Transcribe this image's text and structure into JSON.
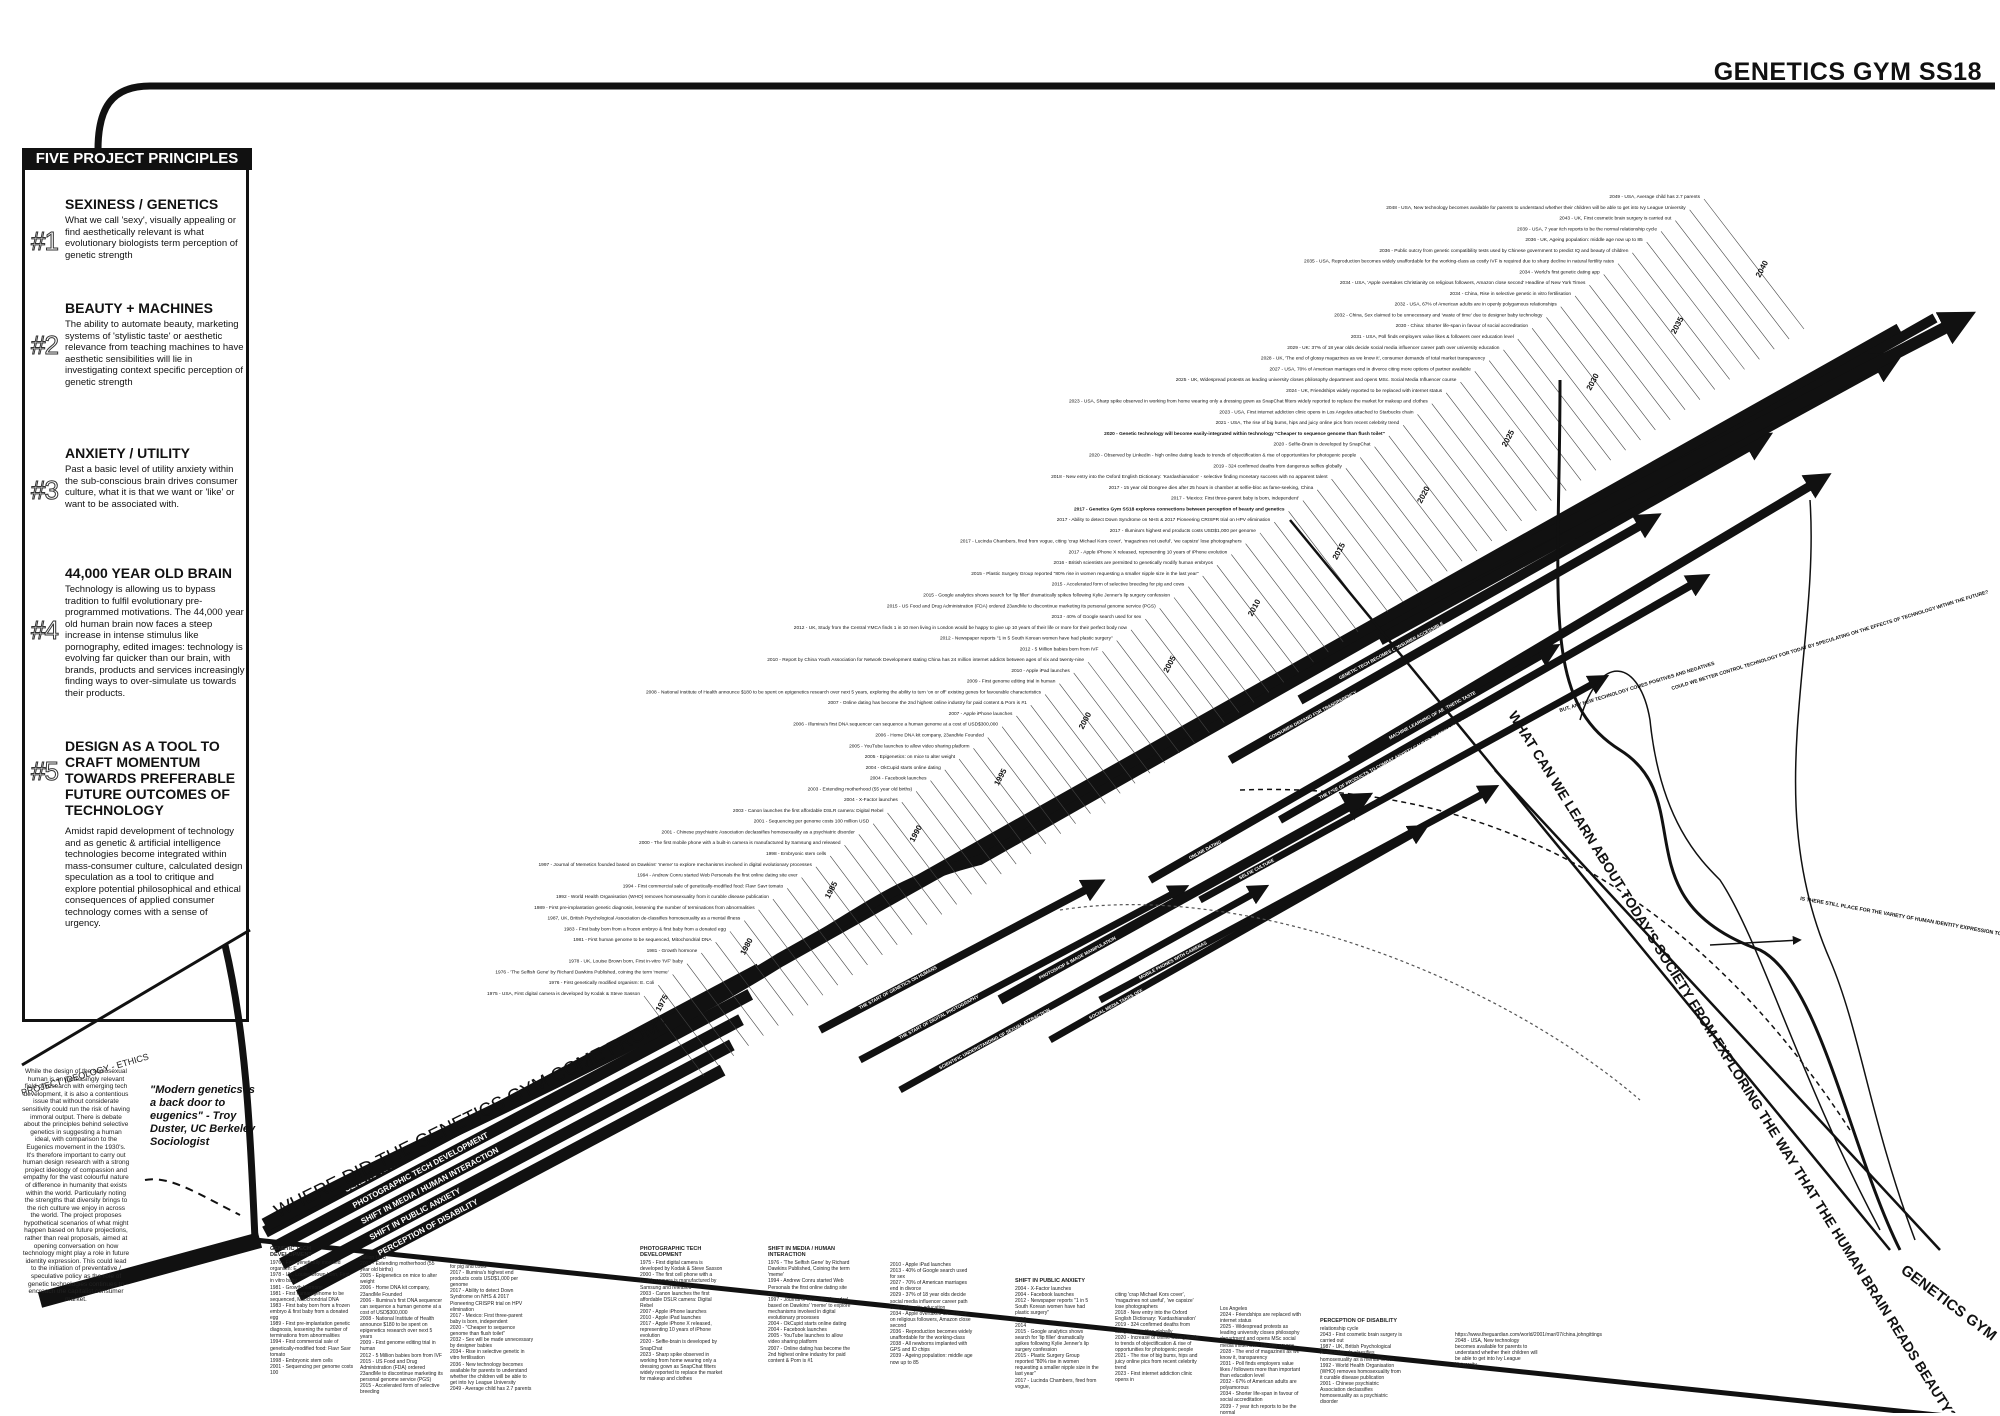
{
  "title": "GENETICS GYM SS18",
  "principles": {
    "heading": "FIVE PROJECT PRINCIPLES",
    "items": [
      {
        "num": "#1",
        "title": "SEXINESS / GENETICS",
        "body": "What we call 'sexy', visually appealing or find aesthetically relevant is what evolutionary biologists term perception of genetic strength"
      },
      {
        "num": "#2",
        "title": "BEAUTY + MACHINES",
        "body": "The ability to automate beauty, marketing systems of 'stylistic taste' or aesthetic relevance from teaching machines to have aesthetic sensibilities will lie in investigating context specific perception of genetic strength"
      },
      {
        "num": "#3",
        "title": "ANXIETY / UTILITY",
        "body": "Past a basic level of utility anxiety within the sub-conscious brain drives consumer culture, what it is that we want or 'like' or want to be associated with."
      },
      {
        "num": "#4",
        "title": "44,000 YEAR OLD BRAIN",
        "body": "Technology is allowing us to bypass tradition to fulfil evolutionary pre-programmed motivations. The 44,000 year old human brain now faces a steep increase in intense stimulus like pornography, edited images: technology is evolving far quicker than our brain, with brands, products and services increasingly finding ways to over-simulate us towards their products."
      },
      {
        "num": "#5",
        "title": "DESIGN AS A TOOL TO CRAFT MOMENTUM TOWARDS PREFERABLE FUTURE OUTCOMES OF TECHNOLOGY",
        "body": "Amidst rapid development of technology and as genetic & artificial intelligence technologies become integrated within mass-consumer culture, calculated design speculation as a tool to critique and explore potential philosophical and ethical consequences of applied consumer technology comes with a sense of urgency."
      }
    ]
  },
  "ethics": {
    "heading": "PROJECT IDEOLOGY - ETHICS",
    "body": "While the design of the sociosexual human is an increasingly relevant field of research with emerging tech development, it is also a contentious issue that without considerate sensitivity could run the risk of having immoral output. There is debate about the principles behind selective genetics in suggesting a human ideal, with comparison to the Eugenics movement in the 1930's. It's therefore important to carry out human design research with a strong project ideology of compassion and empathy for the vast colourful nature of difference in humanity that exists within the world. Particularly noting the strengths that diversity brings to the rich culture we enjoy in across the world. The project proposes hypothetical scenarios of what might happen based on future projections, rather than real proposals, aimed at opening conversation on how technology might play a role in future identity expression. This could lead to the initiation of preventative / speculative policy as the role of genetic technologies continues to encroach the capitalist consumer market.",
    "quote": "\"Modern genetics is a back door to eugenics\" - Troy Duster, UC Berkeley Sociologist"
  },
  "streams": [
    {
      "label": "GENETIC TECH DEVELOPMENT"
    },
    {
      "label": "PHOTOGRAPHIC TECH DEVELOPMENT"
    },
    {
      "label": "SHIFT IN MEDIA / HUMAN INTERACTION"
    },
    {
      "label": "SHIFT IN PUBLIC ANXIETY"
    },
    {
      "label": "PERCEPTION OF DISABILITY"
    }
  ],
  "main_question": "WHERE DID THE GENETICS GYM COME FROM?",
  "future_question": "WHAT CAN WE LEARN ABOUT TODAY'S SOCIETY FROM EXPLORING THE WAY THAT THE HUMAN BRAIN READS BEAUTY?",
  "end_label": "GENETICS GYM",
  "years": [
    "1975",
    "1980",
    "1985",
    "1990",
    "1995",
    "2000",
    "2005",
    "2010",
    "2015",
    "2020",
    "2025",
    "2030",
    "2035",
    "2040"
  ],
  "arrow_labels": [
    "THE START OF GENETICS ON HUMANS",
    "THE START OF DIGITAL PHOTOGRAPHY",
    "SCIENTIFIC UNDERSTANDING OF SEXUAL ATTRACTION",
    "PHOTOSHOP & IMAGE MANIPULATION",
    "SOCIAL MEDIA TAKES OFF",
    "MOBILE PHONES WITH CAMERAS",
    "ONLINE DATING",
    "SELFIE CULTURE",
    "CONSUMER DEMAND FOR TRANSPARENCY",
    "THE RISE OF PRODUCTS TO COMBAT ANXIETY CAUSED BY TECHNOLOGY CONSUMPTION",
    "GENETIC TECH BECOMES CONSUMER ACCESSIBLE",
    "MACHINE LEARNING OF AESTHETIC TASTE"
  ],
  "side_notes": [
    "BUT, ANY NEW TECHNOLOGY COMES POSITIVES AND NEGATIVES",
    "COULD WE BETTER CONTROL TECHNOLOGY FOR TODAY BY SPECULATING ON THE EFFECTS OF TECHNOLOGY WITHIN THE FUTURE?",
    "IS THERE STILL PLACE FOR THE VARIETY OF HUMAN IDENTITY EXPRESSION TO FLOURISH WHILST THE USE OF TECHNOLOGY (ACCIDENTALLY) SUPPORTS ONLY A SMALL SPECTRUM OF THE FULL COLOURS OF IDENTITY EXPRESSION?"
  ],
  "timeline_events": [
    "2049 - USA, Average child has 2.7 parents",
    "2048 - USA, New technology becomes available for parents to understand whether their children will be able to get into Ivy League University",
    "2043 - UK, First cosmetic brain surgery is carried out",
    "2039 - USA, 7 year itch reports to be the normal relationship cycle",
    "2036 - UK, Ageing population: middle age now up to 85",
    "2036 - Public outcry from genetic compatibility tests used by Chinese government to predict IQ and beauty of children",
    "2035 - USA, Reproduction becomes widely unaffordable for the working-class as costly IVF is required due to sharp decline in natural fertility rates",
    "2034 - World's first genetic dating app",
    "2034 - USA, 'Apple overtakes Christianity on religious followers, Amazon close second' Headline of New York Times",
    "2034 - China, Rise in selective genetic in vitro fertilisation",
    "2032 - USA, 67% of American adults are in openly polygamous relationships",
    "2032 - China, Sex claimed to be unnecessary and 'waste of time' due to designer baby technology",
    "2030 - China: Shorter life-span in favour of social accreditation",
    "2031 - USA, Poll finds employers value likes & followers over education level",
    "2029 - UK: 37% of 18 year olds decide social media influencer career path over university education",
    "2028 - UK, 'The end of glossy magazines as we know it', consumer demands of total market transparency",
    "2027 - USA, 70% of American marriages end in divorce citing more options of partner available",
    "2025 - UK, Widespread protests as leading university closes philosophy department and opens MSc. Social Media Influencer course",
    "2024 - UK, Friendships widely reported to be replaced with internet status",
    "2023 - USA, Sharp spike observed in working from home wearing only a dressing gown as SnapChat filters widely reported to replace the market for makeup and clothes",
    "2023 - USA, First internet addiction clinic opens in Los Angeles attached to Starbucks chain",
    "2021 - USA, The rise of big bums, hips and juicy online pics from recent celebrity trend",
    "2020 - Genetic technology will become easily-integrated within technology \"Cheaper to sequence genome than flush toilet\"",
    "2020 - Selfie-Brain is developed by SnapChat",
    "2020 - Observed by LinkedIn - high online dating leads to trends of objectification & rise of opportunities for photogenic people",
    "2019 - 324 confirmed deaths from dangerous selfies globally",
    "2018 - New entry into the Oxford English Dictionary: 'Kardashianation' - selective finding monetary success with no apparent talent",
    "2017 - 15 year old Dongree dies after 25 hours in chamber at selfie-bloc as fame-seeking, China",
    "2017 - 'Mexico: First three-parent baby is born, independent'",
    "2017 - Genetics Gym SS18 explores connections between perception of beauty and genetics",
    "2017 - Ability to detect Down Syndrome on NHS & 2017 Pioneering CRISPR trial on HPV elimination",
    "2017 - Illumina's highest end products costs USD$1,000 per genome",
    "2017 - Lucinda Chambers, fired from vogue, citing 'crap Michael Kors cover', 'magazines not useful', 'we capsize' lose photographers",
    "2017 - Apple iPhone X released, representing 10 years of iPhone evolution",
    "2016 - British scientists are permitted to genetically modify human embryos",
    "2015 - Plastic Surgery Group reported \"80% rise in women requesting a smaller nipple size in the last year\"",
    "2015 - Accelerated form of selective breeding for pig and cows",
    "2015 - Google analytics shows search for 'lip filler' dramatically spikes following Kylie Jenner's lip surgery confession",
    "2015 - US Food and Drug Administration (FDA) ordered 23andMe to discontinue marketing its personal genome service (PGS)",
    "2013 - 40% of Google search used for sex",
    "2012 - UK, Study from the Central YMCA finds 1 in 10 men living in London would be happy to give up 10 years of their life or more for their perfect body now",
    "2012 - Newspaper reports \"1 in 5 South Korean women have had plastic surgery\"",
    "2012 - 5 Million babies born from IVF",
    "2010 - Report by China Youth Association for Network Development stating China has 24 million internet addicts between ages of six and twenty-nine",
    "2010 - Apple iPad launches",
    "2009 - First genome editing trial in human",
    "2008 - National Institute of Health announce $180 to be spent on epigenetics research over next 5 years, exploring the ability to turn 'on or off' existing genes for favourable characteristics",
    "2007 - Online dating has become the 2nd highest online industry for paid content & Porn is #1",
    "2007 - Apple iPhone launches",
    "2006 - Illumina's first DNA sequencer can sequence a human genome at a cost of USD$300,000",
    "2006 - Home DNA kit company, 23andMe Founded",
    "2005 - YouTube launches to allow video sharing platform",
    "2005 - Epigenetics: on mice to alter weight",
    "2004 - OkCupid starts online dating",
    "2004 - Facebook launches",
    "2003 - Extending motherhood (55 year old births)",
    "2004 - X-Factor launches",
    "2003 - Canon launches the first affordable DSLR camera: Digital Rebel",
    "2001 - Sequencing per genome costs 100 million USD",
    "2001 - Chinese psychiatric Association declassifies homosexuality as a psychiatric disorder",
    "2000 - The first mobile phone with a built-in camera is manufactured by Samsung and released",
    "1998 - Embryonic stem cells",
    "1997 - Journal of Memetics founded based on Dawkins' 'meme' to explore mechanisms involved in digital evolutionary processes",
    "1994 - Andrew Conru started Web Personals the first online dating site ever",
    "1994 - First commercial sale of genetically-modified food: Flavr Savr tomato",
    "1992 - World Health Organisation (WHO) removes homosexuality from it curable disease publication",
    "1989 - First pre-implantation genetic diagnosis, lessening the number of terminations from abnormalities",
    "1987, UK, British Psychological Association de-classifies homosexuality as a mental illness",
    "1983 - First baby born from a frozen embryo & first baby from a donated egg",
    "1981 - First human genome to be sequenced, Mitochondrial DNA",
    "1981 - Growth hormone",
    "1978 - UK, Louise Brown born, First in-vitro 'IVF' baby",
    "1976 - 'The Selfish Gene' by Richard Dawkins Published, coining the term 'meme'",
    "1976 - First genetically modified organism: E. Coli",
    "1975 - USA, First digital camera is developed by Kodak & Steve Sasson"
  ],
  "bottom_columns": [
    {
      "heading": "GENETIC TECH DEVELOPMENT",
      "lines": [
        "1976 - First genetically modified organism: E. coli",
        "1978 - UK, Louise Brown born, First in vitro baby",
        "1981 - Growth hormone",
        "1981 - First human genome to be sequenced, Mitochondrial DNA",
        "1983 - First baby born from a frozen embryo & first baby from a donated egg",
        "1989 - First pre-implantation genetic diagnosis, lessening the number of terminations from abnormalities",
        "1994 - First commercial sale of genetically-modified food: Flavr Savr tomato",
        "1998 - Embryonic stem cells",
        "2001 - Sequencing per genome costs 100"
      ]
    },
    {
      "heading": "",
      "lines": [
        "million USD",
        "2003 - Extending motherhood (55 year old births)",
        "2005 - Epigenetics on mice to alter weight",
        "2006 - Home DNA kit company, 23andMe Founded",
        "2006 - Illumina's first DNA sequencer can sequence a human genome at a cost of USD$300,000",
        "2008 - National Institute of Health announce $180 to be spent on epigenetics research over next 5 years",
        "2009 - First genome editing trial in human",
        "2012 - 5 Million babies born from IVF",
        "2015 - US Food and Drug Administration (FDA) ordered 23andMe to discontinue marketing its personal genome service (PGS)",
        "2015 - Accelerated form of selective breeding"
      ]
    },
    {
      "heading": "",
      "lines": [
        "for pig and cows",
        "2017 - Illumina's highest end products costs USD$1,000 per genome",
        "2017 - Ability to detect Down Syndrome on NHS & 2017 Pioneering CRISPR trial on HPV elimination",
        "2017 - Mexico: First three-parent baby is born, independent",
        "2020 - \"Cheaper to sequence genome than flush toilet\"",
        "2032 - Sex will be made unnecessary by designer babies",
        "2034 - Rise in selective genetic in vitro fertilisation",
        "2036 - New technology becomes available for parents to understand whether the children will be able to get into Ivy League University",
        "2049 - Average child has 2.7 parents"
      ]
    },
    {
      "heading": "PHOTOGRAPHIC TECH DEVELOPMENT",
      "lines": [
        "1975 - First digital camera is developed by Kodak & Steve Sasson",
        "2000 - The first cell phone with a built-in camera is manufactured by Samsung and released",
        "2003 - Canon launches the first affordable DSLR camera: Digital Rebel",
        "2007 - Apple iPhone launches",
        "2010 - Apple iPad launches",
        "2017 - Apple iPhone X released, representing 10 years of iPhone evolution",
        "2020 - Selfie-brain is developed by SnapChat",
        "2023 - Sharp spike observed in working from home wearing only a dressing gown as SnapChat filters widely reported to replace the market for makeup and clothes"
      ]
    },
    {
      "heading": "SHIFT IN MEDIA / HUMAN INTERACTION",
      "lines": [
        "1976 - 'The Selfish Gene' by Richard Dawkins Published, Coining the term 'meme'",
        "1994 - Andrew Conru started Web Personals the first online dating site ever",
        "1997 - Journal of Memetics founded based on Dawkins' 'meme' to explore mechanisms involved in digital evolutionary processes",
        "2004 - OkCupid starts online dating",
        "2004 - Facebook launches",
        "2005 - YouTube launches to allow video sharing platform",
        "2007 - Online dating has become the 2nd highest online industry for paid content & Porn is #1"
      ]
    },
    {
      "heading": "",
      "lines": [
        "2010 - Apple iPad launches",
        "2013 - 40% of Google search used for sex",
        "2027 - 70% of American marriages end in divorce",
        "2029 - 37% of 18 year olds decide social media influencer career path over university education",
        "2034 - Apple overtakes Christianity on religious followers, Amazon close second",
        "2036 - Reproduction becomes widely unaffordable for the working-class",
        "2038 - All newborns implanted with GPS and ID chips",
        "2039 - Ageing population: middle age now up to 85"
      ]
    },
    {
      "heading": "SHIFT IN PUBLIC ANXIETY",
      "lines": [
        "2004 - X-Factor launches",
        "2004 - Facebook launches",
        "2012 - Newspaper reports \"1 in 5 South Korean women have had plastic surgery\"",
        "2013",
        "2014",
        "2015 - Google analytics shows search for 'lip filler' dramatically spikes following Kylie Jenner's lip surgery confession",
        "2015 - Plastic Surgery Group reported \"80% rise in women requesting a smaller nipple size in the last year\"",
        "2017 - Lucinda Chambers, fired from vogue,"
      ]
    },
    {
      "heading": "",
      "lines": [
        "citing 'crap Michael Kors cover', 'magazines not useful', 'we capsize' lose photographers",
        "2018 - New entry into the Oxford English Dictionary: 'Kardashianation'",
        "2019 - 324 confirmed deaths from dangerous selfies globally",
        "2020 - Increase of online dating leads to trends of objectification & rise of opportunities for photogenic people",
        "2021 - The rise of big bums, hips and juicy online pics from recent celebrity trend",
        "2023 - First internet addiction clinic opens in"
      ]
    },
    {
      "heading": "",
      "lines": [
        "Los Angeles",
        "2024 - Friendships are replaced with internet status",
        "2025 - Widespread protests as leading university closes philosophy department and opens MSc social media influencer / blogger course",
        "2028 - The end of magazines as we know it, transparency",
        "2031 - Poll finds employers value likes / followers more than important than education level",
        "2032 - 67% of American adults are polyamorous",
        "2034 - Shorter life-span in favour of social accreditation",
        "2039 - 7 year itch reports to be the normal"
      ]
    },
    {
      "heading": "PERCEPTION OF DISABILITY",
      "lines": [
        "relationship cycle",
        "2043 - First cosmetic brain surgery is carried out",
        "1987 - UK, British Psychological Association de-classifies homosexuality as a mental illness",
        "1992 - World Health Organisation (WHO) removes homosexuality from it curable disease publication",
        "2001 - Chinese psychiatric Association declassifies homosexuality as a psychiatric disorder"
      ]
    },
    {
      "heading": "",
      "lines": [
        "https://www.theguardian.com/world/2001/mar/07/china.johngittings",
        "2048 - USA, New technology becomes available for parents to understand whether their children will be able to get into Ivy League University"
      ]
    }
  ]
}
